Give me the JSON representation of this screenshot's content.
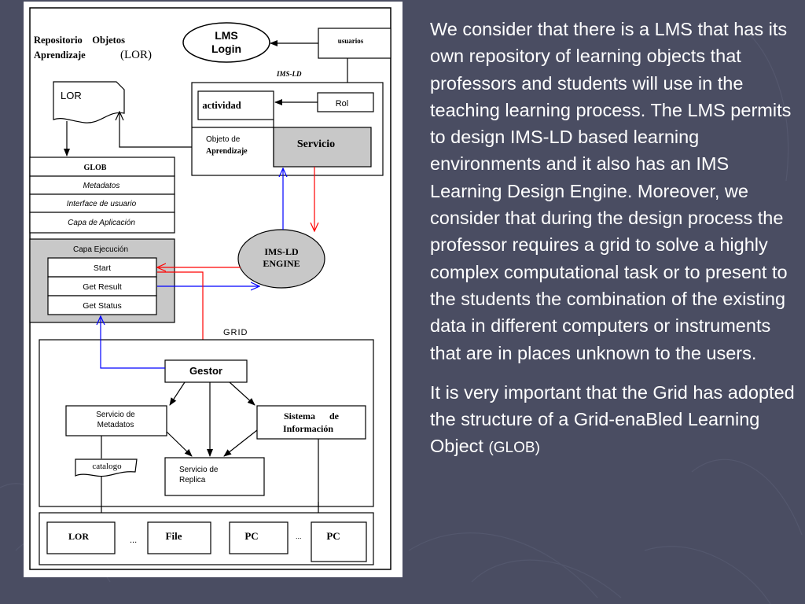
{
  "colors": {
    "background": "#4a4d62",
    "figure_background": "#ffffff",
    "text": "#ffffff",
    "box_gray": "#c8c8c8",
    "arrow_red": "#ff0000",
    "arrow_blue": "#0000ff",
    "line_black": "#000000"
  },
  "diagram": {
    "repositorio_line1": "Repositorio    Objetos",
    "repositorio_line2": "Aprendizaje",
    "repositorio_paren": "(LOR)",
    "lms_line1": "LMS",
    "lms_line2": "Login",
    "usuarios": "usuarios",
    "imsld_label": "IMS-LD",
    "lor_doc": "LOR",
    "actividad": "actividad",
    "rol": "Rol",
    "objeto_line1": "Objeto de",
    "objeto_line2": "Aprendizaje",
    "servicio": "Servicio",
    "glob_header": "GLOB",
    "metadatos": "Metadatos",
    "interface": "Interface de usuario",
    "capa_aplicacion": "Capa de Aplicación",
    "capa_ejecucion": "Capa Ejecución",
    "start": "Start",
    "get_result": "Get Result",
    "get_status": "Get Status",
    "engine_line1": "IMS-LD",
    "engine_line2": "ENGINE",
    "grid_label": "GRID",
    "gestor": "Gestor",
    "servicio_metadatos_line1": "Servicio de",
    "servicio_metadatos_line2": "Metadatos",
    "sistema_line1": "Sistema      de",
    "sistema_line2": "Información",
    "catalogo": "catalogo",
    "servicio_replica_line1": "Servicio de",
    "servicio_replica_line2": "Replica",
    "bottom_lor": "LOR",
    "ellipsis1": "...",
    "file": "File",
    "pc1": "PC",
    "ellipsis2": "...",
    "pc2": "PC"
  },
  "text": {
    "paragraph1": "We consider that there is a LMS that has its own repository of learning objects that professors and students will use in the teaching learning process. The LMS permits to design IMS-LD based learning environments and it also has an IMS Learning Design Engine. Moreover, we consider that during the design process the professor requires a grid to solve a highly complex computational task or to present  to the students  the combination of the existing data in different computers or instruments that are in places unknown to the users.",
    "paragraph2_main": "It is very important that the Grid has adopted the structure of a Grid-enaBled Learning Object ",
    "paragraph2_glob": "(GLOB)"
  }
}
